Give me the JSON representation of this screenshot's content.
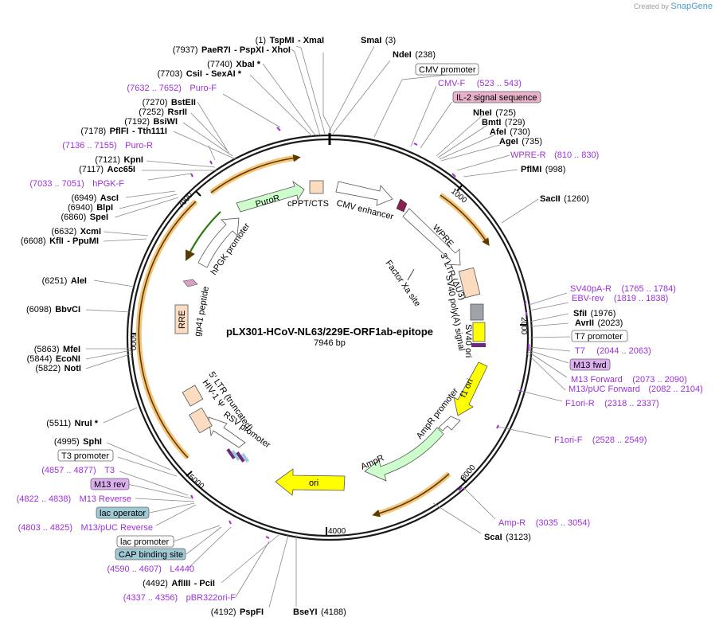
{
  "credit": {
    "prefix": "Created by",
    "brand": "SnapGene"
  },
  "plasmid": {
    "name": "pLX301-HCoV-NL63/229E-ORF1ab-epitope",
    "length": "7946 bp"
  },
  "ticks": [
    "1000",
    "2000",
    "3000",
    "4000",
    "5000",
    "6000",
    "7000"
  ],
  "sites_right": [
    {
      "pos": "(3)",
      "name": "SmaI"
    },
    {
      "pos": "(238)",
      "name": "NdeI"
    },
    {
      "pos": "(725)",
      "name": "NheI"
    },
    {
      "pos": "(729)",
      "name": "BmtI"
    },
    {
      "pos": "(730)",
      "name": "AfeI"
    },
    {
      "pos": "(735)",
      "name": "AgeI"
    },
    {
      "pos": "(998)",
      "name": "PflMI"
    },
    {
      "pos": "(1260)",
      "name": "SacII"
    },
    {
      "pos": "(1976)",
      "name": "SfiI"
    },
    {
      "pos": "(2023)",
      "name": "AvrII"
    },
    {
      "pos": "(3123)",
      "name": "ScaI"
    },
    {
      "pos": "(4188)",
      "name": "BseYI"
    }
  ],
  "sites_left": [
    {
      "pos": "(1)",
      "name": "TspMI",
      "extra": "- XmaI"
    },
    {
      "pos": "(7937)",
      "name": "PaeR7I",
      "extra": "- PspXI  - XhoI"
    },
    {
      "pos": "(7740)",
      "name": "XbaI *",
      "extra": ""
    },
    {
      "pos": "(7703)",
      "name": "CsiI",
      "extra": "- SexAI *"
    },
    {
      "pos": "(7270)",
      "name": "BstEII",
      "extra": ""
    },
    {
      "pos": "(7252)",
      "name": "RsrII",
      "extra": ""
    },
    {
      "pos": "(7192)",
      "name": "BsiWI",
      "extra": ""
    },
    {
      "pos": "(7178)",
      "name": "PflFI",
      "extra": "- Tth111I"
    },
    {
      "pos": "(7121)",
      "name": "KpnI",
      "extra": ""
    },
    {
      "pos": "(7117)",
      "name": "Acc65I",
      "extra": ""
    },
    {
      "pos": "(6949)",
      "name": "AscI",
      "extra": ""
    },
    {
      "pos": "(6940)",
      "name": "BlpI",
      "extra": ""
    },
    {
      "pos": "(6860)",
      "name": "SpeI",
      "extra": ""
    },
    {
      "pos": "(6632)",
      "name": "XcmI",
      "extra": ""
    },
    {
      "pos": "(6608)",
      "name": "KflI",
      "extra": "- PpuMI"
    },
    {
      "pos": "(6251)",
      "name": "AleI",
      "extra": ""
    },
    {
      "pos": "(6098)",
      "name": "BbvCI",
      "extra": ""
    },
    {
      "pos": "(5863)",
      "name": "MfeI",
      "extra": ""
    },
    {
      "pos": "(5844)",
      "name": "EcoNI",
      "extra": ""
    },
    {
      "pos": "(5822)",
      "name": "NotI",
      "extra": ""
    },
    {
      "pos": "(5511)",
      "name": "NruI *",
      "extra": ""
    },
    {
      "pos": "(4995)",
      "name": "SphI",
      "extra": ""
    },
    {
      "pos": "(4492)",
      "name": "AflIII",
      "extra": "- PciI"
    },
    {
      "pos": "(4192)",
      "name": "PspFI",
      "extra": ""
    }
  ],
  "primers_right": [
    {
      "name": "CMV-F",
      "range": "(523 .. 543)"
    },
    {
      "name": "WPRE-R",
      "range": "(810 .. 830)"
    },
    {
      "name": "SV40pA-R",
      "range": "(1765 .. 1784)"
    },
    {
      "name": "EBV-rev",
      "range": "(1819 .. 1838)"
    },
    {
      "name": "T7",
      "range": "(2044 .. 2063)"
    },
    {
      "name": "M13 Forward",
      "range": "(2073 .. 2090)"
    },
    {
      "name": "M13/pUC Forward",
      "range": "(2082 .. 2104)"
    },
    {
      "name": "F1ori-R",
      "range": "(2318 .. 2337)"
    },
    {
      "name": "F1ori-F",
      "range": "(2528 .. 2549)"
    },
    {
      "name": "Amp-R",
      "range": "(3035 .. 3054)"
    }
  ],
  "primers_left": [
    {
      "name": "Puro-F",
      "range": "(7632 .. 7652)"
    },
    {
      "name": "Puro-R",
      "range": "(7136 .. 7155)"
    },
    {
      "name": "hPGK-F",
      "range": "(7033 .. 7051)"
    },
    {
      "name": "T3",
      "range": "(4857 .. 4877)"
    },
    {
      "name": "M13 Reverse",
      "range": "(4822 .. 4838)"
    },
    {
      "name": "M13/pUC Reverse",
      "range": "(4803 .. 4825)"
    },
    {
      "name": "L4440",
      "range": "(4590 .. 4607)"
    },
    {
      "name": "pBR322ori-F",
      "range": "(4337 .. 4356)"
    }
  ],
  "boxed_labels": {
    "cmv_promoter": "CMV promoter",
    "il2_signal": "IL-2 signal sequence",
    "t7_promoter": "T7 promoter",
    "m13_fwd": "M13 fwd",
    "t3_promoter": "T3 promoter",
    "m13_rev": "M13 rev",
    "lac_operator": "lac operator",
    "lac_promoter": "lac promoter",
    "cap_site": "CAP binding site"
  },
  "features": {
    "cppt": "cPPT/CTS",
    "cmv_enhancer": "CMV enhancer",
    "wpre": "WPRE",
    "ltr3": "3′ LTR (ΔU3)",
    "sv40pa": "SV40 poly(A) signal",
    "sv40ori": "SV40 ori",
    "f1ori": "f1 ori",
    "ampr_promoter": "AmpR promoter",
    "ampr": "AmpR",
    "ori": "ori",
    "rsv": "RSV promoter",
    "ltr5": "5′ LTR (truncated)",
    "hiv": "HIV-1 Ψ",
    "rre": "RRE",
    "gp41": "gp41 peptide",
    "hpgk": "hPGK promoter",
    "puror": "PuroR",
    "factor_xa": "Factor Xa site"
  },
  "colors": {
    "backbone": "#1a1a1a",
    "enzyme": "#000000",
    "primer": "#9c31d8",
    "feature_yellow": "#ffff00",
    "feature_green": "#ccffcc",
    "feature_peach": "#fbdcc0",
    "orf_highlight": "#f6c57a",
    "il2": "#e7b2c9",
    "lac": "#9fc9d5",
    "m13": "#dcb0f0"
  }
}
